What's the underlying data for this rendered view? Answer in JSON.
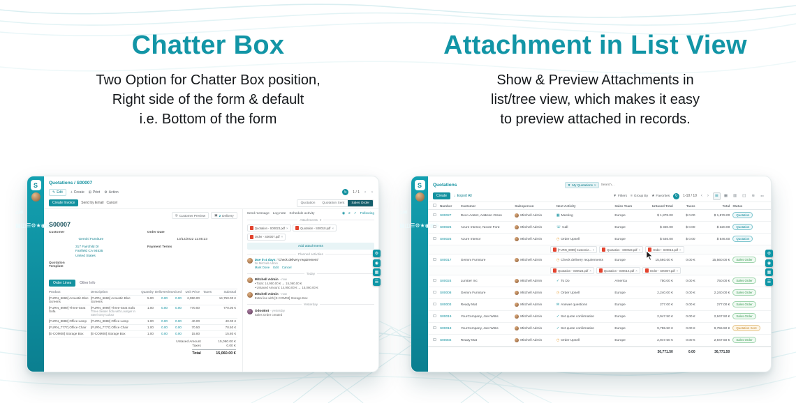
{
  "hero": {
    "left_title": "Chatter Box",
    "left_sub1": "Two Option for Chatter Box position,",
    "left_sub2": "Right side of the form & default",
    "left_sub3": "i.e. Bottom of the form",
    "right_title": "Attachment in List View",
    "right_sub1": "Show & Preview Attachments in",
    "right_sub2": "list/tree view, which makes it easy",
    "right_sub3": "to preview attached in records."
  },
  "ui": {
    "close": "×",
    "chev_left": "‹",
    "chev_right": "›",
    "caret": "▾",
    "refresh": "↻",
    "accent": "#1295a6",
    "icons": {
      "pencil": "✎",
      "plus": "+",
      "print": "⊞",
      "gear": "⚙",
      "download": "↓",
      "filter": "▼",
      "group": "≡",
      "star": "★",
      "globe": "◎",
      "truck": "▣",
      "person": "◉",
      "check": "✓",
      "search": "◉",
      "apps": "▦",
      "menu": "☰"
    }
  },
  "sidebar": {
    "logo": "S",
    "icons": [
      "⌂",
      "✉",
      "▤",
      "◫",
      "☰",
      "⚙",
      "★",
      "◉",
      "▦",
      "✎"
    ]
  },
  "form": {
    "breadcrumb": "Quotations / S00007",
    "toolbar": {
      "edit": "Edit",
      "create": "Create",
      "print": "Print",
      "action": "Action",
      "pager": "1 / 1"
    },
    "buttons": {
      "create_invoice": "Create Invoice",
      "send_email": "Send by Email",
      "cancel": "Cancel"
    },
    "stages": [
      {
        "label": "Quotation",
        "cls": "off"
      },
      {
        "label": "Quotation Sent",
        "cls": "off"
      },
      {
        "label": "Sales Order",
        "cls": "on"
      }
    ],
    "smart": {
      "preview": "Customer Preview",
      "delivery_count": "2",
      "delivery": "Delivery"
    },
    "name": "S00007",
    "customer_label": "Customer",
    "customer": "Gemini Furniture",
    "addr1": "317 Fairchild Dr",
    "addr2": "Fairfield CA 94535",
    "addr3": "United States",
    "order_date_label": "Order Date",
    "order_date": "10/12/2022 11:05:23",
    "payment_terms_label": "Payment Terms",
    "quote_template_label": "Quotation Template",
    "tab_lines": "Order Lines",
    "tab_info": "Other Info",
    "cols": [
      "Product",
      "Description",
      "Quantity",
      "Delivered",
      "Invoiced",
      "Unit Price",
      "Taxes",
      "Subtotal"
    ],
    "rows": [
      {
        "product": "[FURN_6666] Acoustic Bloc Screens",
        "desc": "[FURN_6666] Acoustic Bloc Screens",
        "qty": "5.00",
        "dlv": "0.00",
        "inv": "0.00",
        "price": "2,950.00",
        "tax": "",
        "sub": "14,750.00 €"
      },
      {
        "product": "[FURN_8999] Three-Seat Sofa",
        "desc": "[FURN_8999] Three-Seat Sofa",
        "desc2": "Three Seater Sofa with Lounger in Steel Grey Colour",
        "qty": "1.00",
        "dlv": "0.00",
        "inv": "0.00",
        "price": "770.00",
        "tax": "",
        "sub": "770.00 €"
      },
      {
        "product": "[FURN_8888] Office Lamp",
        "desc": "[FURN_8888] Office Lamp",
        "qty": "1.00",
        "dlv": "0.00",
        "inv": "0.00",
        "price": "40.00",
        "tax": "",
        "sub": "40.00 €"
      },
      {
        "product": "[FURN_7777] Office Chair",
        "desc": "[FURN_7777] Office Chair",
        "qty": "1.00",
        "dlv": "0.00",
        "inv": "0.00",
        "price": "70.50",
        "tax": "",
        "sub": "70.50 €"
      },
      {
        "product": "[E-COM08] Storage Box",
        "desc": "[E-COM08] Storage Box",
        "qty": "1.00",
        "dlv": "0.00",
        "inv": "0.00",
        "price": "15.80",
        "tax": "",
        "sub": "15.80 €"
      }
    ],
    "untaxed_label": "Untaxed Amount",
    "untaxed": "15,060.00 €",
    "taxes_label": "Taxes",
    "taxes": "0.00 €",
    "total_label": "Total",
    "total": "15,060.00 €"
  },
  "chatter": {
    "send": "Send message",
    "log": "Log note",
    "schedule": "Schedule activity",
    "followers": "2",
    "following": "Following",
    "attachments_title": "Attachments",
    "files": [
      "Quotation - S00023.pdf",
      "Quotation - S00010.pdf",
      "Order - S00007.pdf"
    ],
    "add_attachments": "Add attachments",
    "planned": "Planned activities",
    "due": "Due in 4 days:",
    "activity": "\"Check delivery requirement\"",
    "activity_for": "for Mitchell Admin",
    "mark_done": "Mark Done",
    "edit": "Edit",
    "cancel": "Cancel",
    "today": "Today",
    "m1_author": "Mitchell Admin",
    "m1_meta": "- now",
    "m1_l1": "• Total: 14,950.00 € → 15,060.00 €",
    "m1_l2": "• Untaxed Amount: 14,950.00 € → 15,060.00 €",
    "m2_author": "Mitchell Admin",
    "m2_meta": "- now",
    "m2_l1": "Extra line with [E-COM08] Storage Box",
    "yesterday": "Yesterday",
    "m3_author": "OdooBot",
    "m3_meta": "- yesterday",
    "m3_l1": "Sales Order created"
  },
  "list": {
    "breadcrumb": "Quotations",
    "facet": "My Quotations",
    "search_placeholder": "Search...",
    "create": "Create",
    "export_all": "Export All",
    "filters": "Filters",
    "group_by": "Group By",
    "favorites": "Favorites",
    "pager": "1-10 / 10",
    "view_icons": [
      "☰",
      "▦",
      "▥",
      "◫",
      "≋",
      "⚏"
    ],
    "cols": [
      "Number",
      "Customer",
      "Salesperson",
      "Next Activity",
      "Sales Team",
      "Untaxed Total",
      "Taxes",
      "Total",
      "Status"
    ],
    "rows_a": [
      {
        "number": "S00027",
        "customer": "Deco Addict, Addison Olson",
        "sp": "Mitchell Admin",
        "act_icon": "▦",
        "act_cls": "teal",
        "act": "Meeting",
        "team": "Europe",
        "untaxed": "$ 1,878.00",
        "taxes": "$ 0.00",
        "total": "$ 1,878.00",
        "status": "Quotation",
        "status_cls": "q"
      },
      {
        "number": "S00026",
        "customer": "Azure Interior, Nicole Ford",
        "sp": "Mitchell Admin",
        "act_icon": "☏",
        "act_cls": "teal",
        "act": "Call",
        "team": "Europe",
        "untaxed": "$ 320.00",
        "taxes": "$ 0.00",
        "total": "$ 320.00",
        "status": "Quotation",
        "status_cls": "q"
      },
      {
        "number": "S00025",
        "customer": "Azure Interior",
        "sp": "Mitchell Admin",
        "act_icon": "◷",
        "act_cls": "org",
        "act": "Order Upsell",
        "team": "Europe",
        "untaxed": "$ 546.00",
        "taxes": "$ 0.00",
        "total": "$ 546.00",
        "status": "Quotation",
        "status_cls": "q"
      }
    ],
    "strip1": [
      "[FURN_8999] Customiz...",
      "Quotation - S00023.pdf",
      "Order - S00015.pdf"
    ],
    "rows_b": [
      {
        "number": "S00017",
        "customer": "Gemini Furniture",
        "sp": "Mitchell Admin",
        "act_icon": "◷",
        "act_cls": "org",
        "act": "Check delivery requirements",
        "team": "Europe",
        "untaxed": "15,560.00 €",
        "taxes": "0.00 €",
        "total": "15,560.00 €",
        "status": "Sales Order",
        "status_cls": "so"
      }
    ],
    "strip2": [
      "Quotation - S00023.pdf",
      "Quotation - S00010.pdf",
      "Order - S00007.pdf"
    ],
    "rows_c": [
      {
        "number": "S00024",
        "customer": "Lumber Inc",
        "sp": "Mitchell Admin",
        "act_icon": "✓",
        "act_cls": "teal",
        "act": "To Do",
        "team": "America",
        "untaxed": "750.00 €",
        "taxes": "0.00 €",
        "total": "750.00 €",
        "status": "Sales Order",
        "status_cls": "so"
      },
      {
        "number": "S00008",
        "customer": "Gemini Furniture",
        "sp": "Mitchell Admin",
        "act_icon": "◷",
        "act_cls": "org",
        "act": "Order Upsell",
        "team": "Europe",
        "untaxed": "2,240.00 €",
        "taxes": "0.00 €",
        "total": "2,240.00 €",
        "status": "Sales Order",
        "status_cls": "so"
      },
      {
        "number": "S00003",
        "customer": "Ready Mat",
        "sp": "Mitchell Admin",
        "act_icon": "✉",
        "act_cls": "teal",
        "act": "Answer questions",
        "team": "Europe",
        "untaxed": "277.00 €",
        "taxes": "0.00 €",
        "total": "277.00 €",
        "status": "Sales Order",
        "status_cls": "so"
      },
      {
        "number": "S00019",
        "customer": "YourCompany, Joel Willis",
        "sp": "Mitchell Admin",
        "act_icon": "✓",
        "act_cls": "teal",
        "act": "Set quote confirmation",
        "team": "Europe",
        "untaxed": "2,947.50 €",
        "taxes": "0.00 €",
        "total": "2,947.50 €",
        "status": "Sales Order",
        "status_cls": "so"
      },
      {
        "number": "S00018",
        "customer": "YourCompany, Joel Willis",
        "sp": "Mitchell Admin",
        "act_icon": "✓",
        "act_cls": "teal",
        "act": "Set quote confirmation",
        "team": "Europe",
        "untaxed": "9,755.50 €",
        "taxes": "0.00 €",
        "total": "9,755.50 €",
        "status": "Quotation Sent",
        "status_cls": "qs"
      },
      {
        "number": "S00002",
        "customer": "Ready Mat",
        "sp": "Mitchell Admin",
        "act_icon": "◷",
        "act_cls": "org",
        "act": "Order Upsell",
        "team": "Europe",
        "untaxed": "2,947.50 €",
        "taxes": "0.00 €",
        "total": "2,947.50 €",
        "status": "Sales Order",
        "status_cls": "so"
      }
    ],
    "foot_untaxed": "36,771.50",
    "foot_taxes": "0.00",
    "foot_total": "36,771.50"
  }
}
